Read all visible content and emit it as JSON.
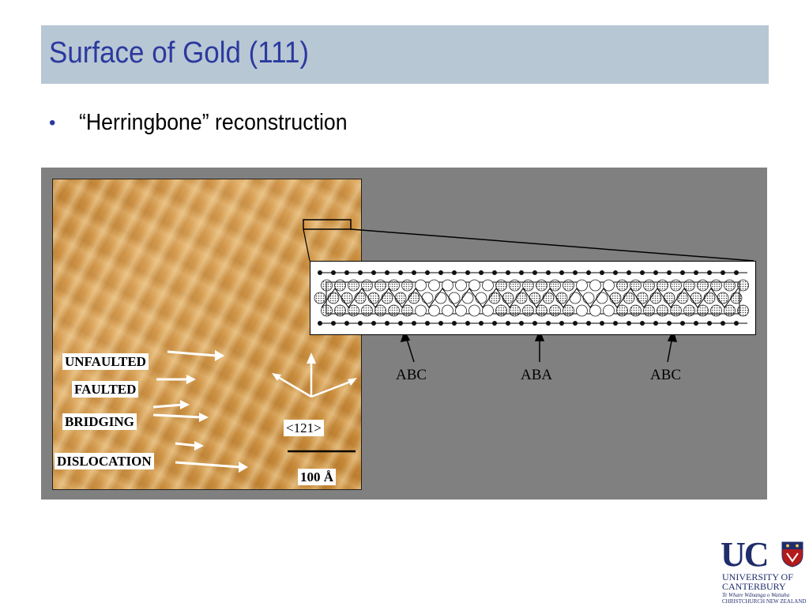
{
  "title": "Surface of Gold (111)",
  "bullet": "“Herringbone” reconstruction",
  "figure": {
    "stm_labels": {
      "unfaulted": "UNFAULTED",
      "faulted": "FAULTED",
      "bridging": "BRIDGING",
      "dislocation": "DISLOCATION",
      "direction": "<121>",
      "scale": "100 Å"
    },
    "stacking_labels": [
      "ABC",
      "ABA",
      "ABC"
    ]
  },
  "logo": {
    "letters": "UC",
    "line1": "UNIVERSITY OF",
    "line2": "CANTERBURY",
    "line3": "Te Whare Wānanga o Waitaha",
    "line4": "CHRISTCHURCH NEW ZEALAND"
  }
}
